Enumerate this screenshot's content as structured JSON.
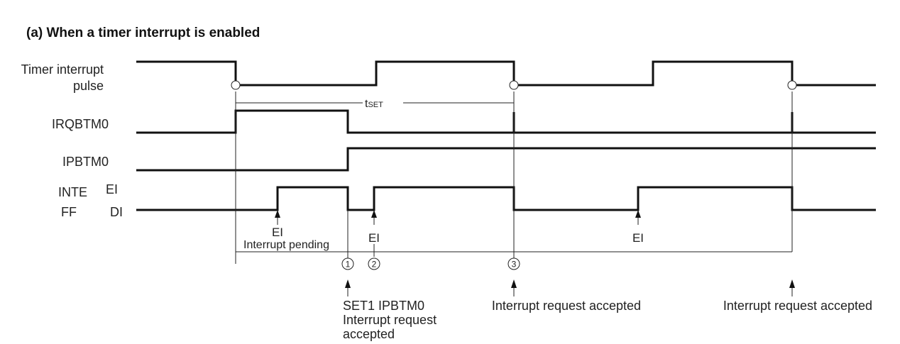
{
  "title": "(a)  When a timer interrupt is enabled",
  "signals": {
    "timer_pulse": {
      "line1": "Timer interrupt",
      "line2": "pulse"
    },
    "irqbtm0": "IRQBTM0",
    "ipbtm0": "IPBTM0",
    "inte": {
      "name1": "INTE",
      "name2": "FF",
      "high": "EI",
      "low": "DI"
    }
  },
  "timing": {
    "tset": "t",
    "tset_sub": "SET"
  },
  "annotations": {
    "ei_1": "EI",
    "interrupt_pending": "Interrupt pending",
    "ei_2": "EI",
    "ei_3": "EI"
  },
  "markers": {
    "m1": "1",
    "m2": "2",
    "m3": "3"
  },
  "events": {
    "ev1_line1": "SET1 IPBTM0",
    "ev1_line2": "Interrupt request",
    "ev1_line3": "accepted",
    "ev2": "Interrupt request accepted",
    "ev3": "Interrupt request accepted"
  }
}
